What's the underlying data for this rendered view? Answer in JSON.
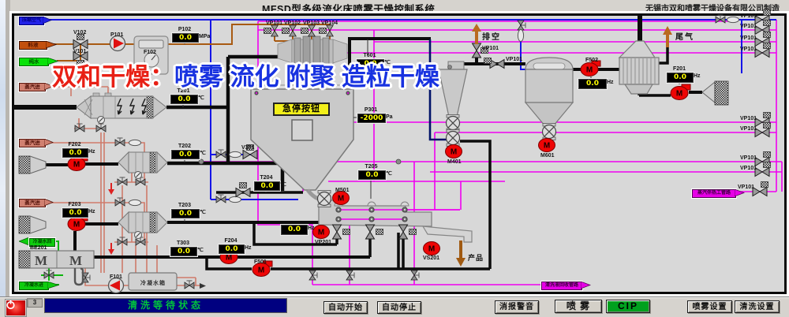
{
  "window": {
    "title": "MFSD型多级流化床喷雾干燥控制系统",
    "manufacturer": "无锡市双和喷雾干燥设备有限公司制造"
  },
  "watermark": {
    "red_text": "双和干燥：",
    "blue_text": "喷雾 流化 附聚 造粒干燥",
    "red_color": "#e82015",
    "blue_color": "#1832e0"
  },
  "banners": {
    "compressed_air": {
      "text": "压缩空气",
      "color": "#1b1bee"
    },
    "feed": {
      "text": "料液",
      "color": "#c3500e"
    },
    "pure_water": {
      "text": "纯水",
      "color": "#06e406"
    },
    "steam_in": {
      "text": "蒸汽进",
      "color": "#d07d6d"
    },
    "cond_return": {
      "text": "冷凝水回",
      "color": "#0ecc0e"
    },
    "cond_in": {
      "text": "冷凝水进",
      "color": "#0ecc0e"
    },
    "vent": {
      "text": "排空"
    },
    "tail_gas": {
      "text": "尾气"
    },
    "product": {
      "text": "产品"
    },
    "cip_line_right": {
      "text": "蒸汽伴热工管路",
      "color": "#e600e6"
    },
    "cip_line_bottom": {
      "text": "清洗液回收管路",
      "color": "#e600e6"
    }
  },
  "displays": {
    "p102": {
      "label": "P102",
      "value": "0.0",
      "unit": "MPa"
    },
    "t601": {
      "label": "T601",
      "value": "0.0",
      "unit": "℃"
    },
    "t201": {
      "label": "T201",
      "value": "0.0",
      "unit": "℃"
    },
    "p301": {
      "label": "P301",
      "value": "-2000",
      "unit": "Pa"
    },
    "f202": {
      "label": "F202",
      "value": "0.0",
      "unit": "Hz"
    },
    "t202": {
      "label": "T202",
      "value": "0.0",
      "unit": "℃"
    },
    "f203": {
      "label": "F203",
      "value": "0.0",
      "unit": "Hz"
    },
    "t203": {
      "label": "T203",
      "value": "0.0",
      "unit": "℃"
    },
    "t303": {
      "label": "T303",
      "value": "0.0",
      "unit": "℃"
    },
    "t204": {
      "label": "T204",
      "value": "0.0",
      "unit": "℃"
    },
    "t205": {
      "label": "T205",
      "value": "0.0",
      "unit": "℃"
    },
    "f301": {
      "label": "",
      "value": "0.0",
      "unit": "Hz"
    },
    "f204": {
      "label": "F204",
      "value": "0.0",
      "unit": "Hz"
    },
    "f502": {
      "label": "F502",
      "value": "0.0",
      "unit": "Hz"
    },
    "f201": {
      "label": "F201",
      "value": "0.0",
      "unit": "Hz"
    }
  },
  "device_labels": {
    "v102": "V102",
    "v101": "V101",
    "p101": "P101",
    "f102": "F102",
    "vp1": "VP101",
    "vp2": "VP102",
    "vp3": "VP103",
    "vp4": "VP104",
    "v301": "V301",
    "vp_vent": "VP101",
    "vp_line": "VP101",
    "m501": "M501",
    "m401": "M401",
    "m601": "M601",
    "vp201": "VP201",
    "f501": "F501",
    "f101": "F101",
    "vs201": "VS201",
    "be201": "BE201",
    "vp_bank": "VP101",
    "tank": "冷凝水箱",
    "estop": "急停按钮"
  },
  "statusbar": {
    "counter": "3",
    "status_text": "清洗等待状态",
    "status_color": "#00c43c",
    "buttons": [
      {
        "id": "auto-start",
        "label": "自动开始"
      },
      {
        "id": "auto-stop",
        "label": "自动停止"
      },
      {
        "id": "mute-alarm",
        "label": "消报警音"
      },
      {
        "id": "spray",
        "label": "喷 雾"
      },
      {
        "id": "cip",
        "label": "CIP"
      },
      {
        "id": "spray-settings",
        "label": "喷雾设置"
      },
      {
        "id": "clean-settings",
        "label": "清洗设置"
      }
    ]
  }
}
